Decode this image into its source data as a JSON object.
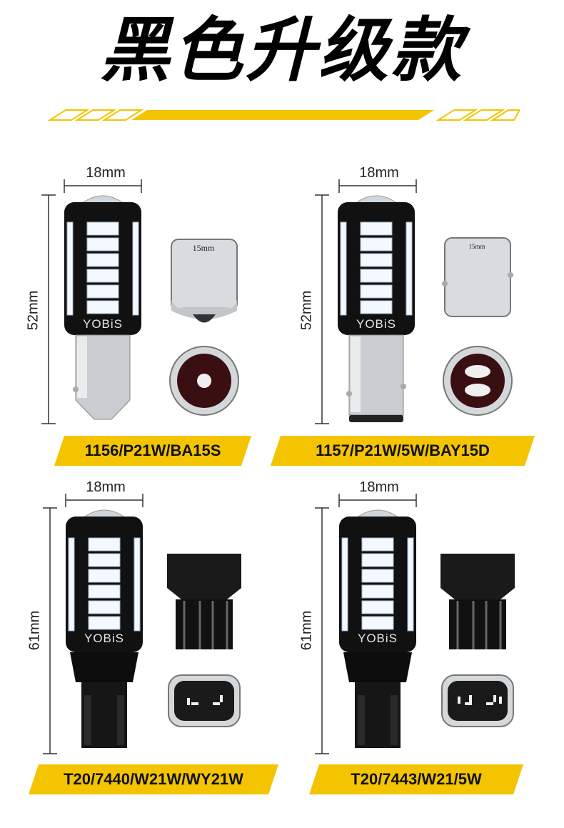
{
  "title": "黑色升级款",
  "colors": {
    "accent": "#f5c400",
    "bulb_body": "#111111",
    "led": "#ffffff"
  },
  "brand": "YOBiS",
  "panels": [
    {
      "width_label": "18mm",
      "height_label": "52mm",
      "base_label": "15mm",
      "model": "1156/P21W/BA15S"
    },
    {
      "width_label": "18mm",
      "height_label": "52mm",
      "base_label": "15mm",
      "model": "1157/P21W/5W/BAY15D"
    },
    {
      "width_label": "18mm",
      "height_label": "61mm",
      "model": "T20/7440/W21W/WY21W"
    },
    {
      "width_label": "18mm",
      "height_label": "61mm",
      "model": "T20/7443/W21/5W"
    }
  ]
}
